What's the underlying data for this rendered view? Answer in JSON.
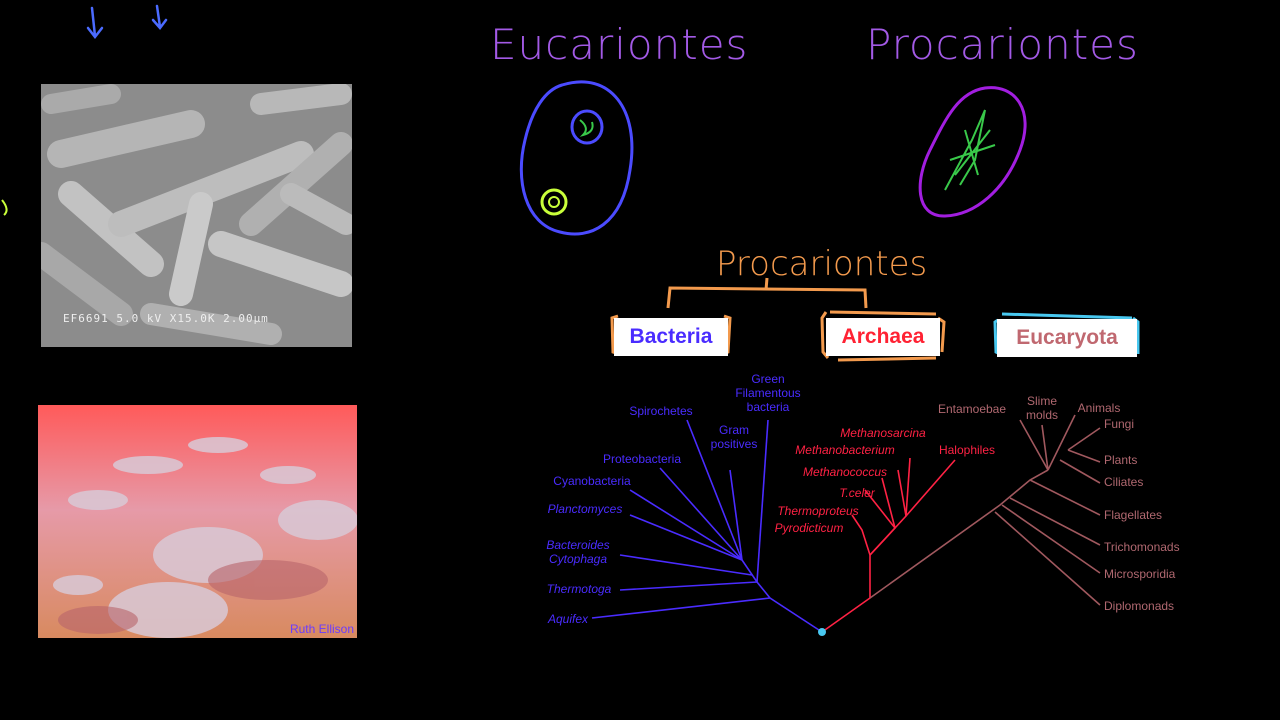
{
  "headings": {
    "eukaryotes": "Eucariontes",
    "prokaryotes": "Procariontes",
    "prokaryotes_group": "Procariontes"
  },
  "photos": {
    "sem_caption": "EF6691 5.0 kV X15.0K 2.00µm",
    "mats_credit": "Ruth Ellison"
  },
  "domains": {
    "bacteria": "Bacteria",
    "archaea": "Archaea",
    "eucaryota": "Eucaryota"
  },
  "tree": {
    "bacteria_labels": [
      "Green",
      "Filamentous",
      "bacteria",
      "Spirochetes",
      "Gram",
      "positives",
      "Proteobacteria",
      "Cyanobacteria",
      "Planctomyces",
      "Bacteroides",
      "Cytophaga",
      "Thermotoga",
      "Aquifex"
    ],
    "archaea_labels": [
      "Methanosarcina",
      "Methanobacterium",
      "Halophiles",
      "Methanococcus",
      "T.celer",
      "Thermoproteus",
      "Pyrodicticum"
    ],
    "eukarya_labels": [
      "Entamoebae",
      "Slime",
      "molds",
      "Animals",
      "Fungi",
      "Plants",
      "Ciliates",
      "Flagellates",
      "Trichomonads",
      "Microsporidia",
      "Diplomonads"
    ]
  },
  "colors": {
    "purple_ink": "#a35ae6",
    "orange_ink": "#f39a4d",
    "blue_ink": "#4b4bff",
    "green_ink": "#39c94a",
    "yellow_ink": "#c9ff3a",
    "cyan_ink": "#48c8f0",
    "bacteria_tree": "#4a2cff",
    "archaea_tree": "#ff2244",
    "eukarya_tree": "#a0585e"
  }
}
